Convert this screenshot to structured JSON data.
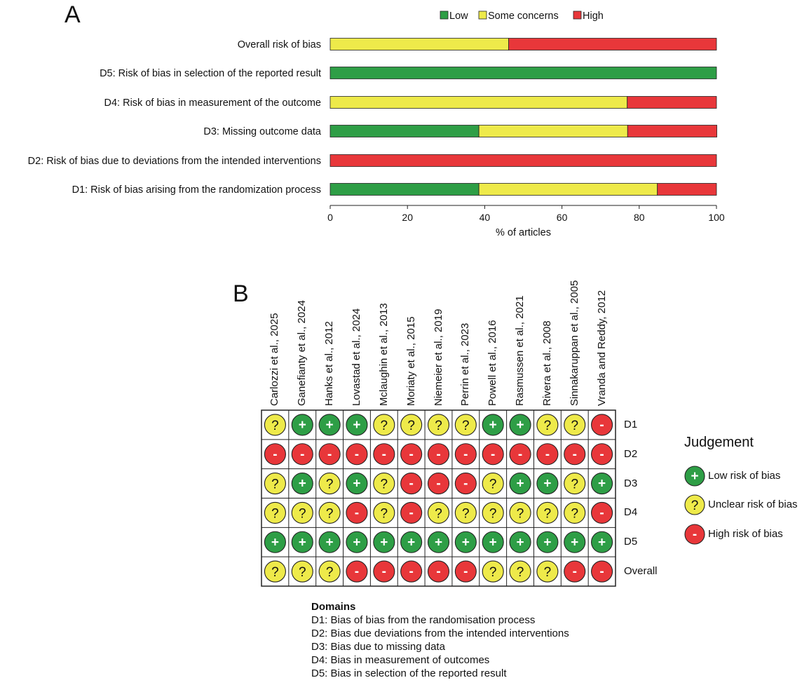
{
  "panel_a": {
    "letter": "A"
  },
  "panel_b": {
    "letter": "B"
  },
  "chart_data": [
    {
      "type": "bar",
      "orientation": "horizontal",
      "stacked": true,
      "categories": [
        "Overall risk of bias",
        "D5: Risk of bias in selection of the reported result",
        "D4: Risk of bias in measurement of the outcome",
        "D3: Missing outcome data",
        "D2: Risk of bias due to deviations from the intended interventions",
        "D1: Risk of bias arising from the randomization process"
      ],
      "series": [
        {
          "name": "Low",
          "color": "#2e9e46",
          "values": [
            0,
            100,
            0,
            38.5,
            0,
            38.5
          ]
        },
        {
          "name": "Some concerns",
          "color": "#eeea4a",
          "values": [
            46.2,
            0,
            76.9,
            38.5,
            0,
            46.2
          ]
        },
        {
          "name": "High",
          "color": "#e8373a",
          "values": [
            53.8,
            0,
            23.1,
            23.1,
            100,
            15.3
          ]
        }
      ],
      "xlabel": "% of articles",
      "xlim": [
        0,
        100
      ],
      "xticks": [
        "0",
        "20",
        "40",
        "60",
        "80",
        "100"
      ],
      "legend_position": "top"
    },
    {
      "type": "table",
      "studies": [
        "Carlozzi et al., 2025",
        "Ganefianty et al., 2024",
        "Hanks et al., 2012",
        "Lovastad et al., 2024",
        "Mclaughin et al., 2013",
        "Moriaty et al., 2015",
        "Niemeier et al., 2019",
        "Perrin et al., 2023",
        "Powell et al., 2016",
        "Rasmussen et al., 2021",
        "Rivera et al., 2008",
        "Sinnakaruppan et al., 2005",
        "Vranda and Reddy, 2012"
      ],
      "domains": [
        "D1",
        "D2",
        "D3",
        "D4",
        "D5",
        "Overall"
      ],
      "judgements": [
        [
          "?",
          "+",
          "+",
          "+",
          "?",
          "?",
          "?",
          "?",
          "+",
          "+",
          "?",
          "?",
          "-"
        ],
        [
          "-",
          "-",
          "-",
          "-",
          "-",
          "-",
          "-",
          "-",
          "-",
          "-",
          "-",
          "-",
          "-"
        ],
        [
          "?",
          "+",
          "?",
          "+",
          "?",
          "-",
          "-",
          "-",
          "?",
          "+",
          "+",
          "?",
          "+"
        ],
        [
          "?",
          "?",
          "?",
          "-",
          "?",
          "-",
          "?",
          "?",
          "?",
          "?",
          "?",
          "?",
          "-"
        ],
        [
          "+",
          "+",
          "+",
          "+",
          "+",
          "+",
          "+",
          "+",
          "+",
          "+",
          "+",
          "+",
          "+"
        ],
        [
          "?",
          "?",
          "?",
          "-",
          "-",
          "-",
          "-",
          "-",
          "?",
          "?",
          "?",
          "-",
          "-"
        ]
      ],
      "symbol_colors": {
        "+": "#2e9e46",
        "?": "#eeea4a",
        "-": "#e8373a"
      },
      "legend_title": "Judgement",
      "legend": [
        {
          "symbol": "+",
          "label": "Low risk of bias"
        },
        {
          "symbol": "?",
          "label": "Unclear risk of bias"
        },
        {
          "symbol": "-",
          "label": "High risk of bias"
        }
      ]
    }
  ],
  "domains_note": {
    "heading": "Domains",
    "lines": [
      "D1: Bias of bias from the randomisation process",
      "D2: Bias due deviations from the intended interventions",
      "D3: Bias due to missing data",
      "D4: Bias in measurement of outcomes",
      "D5: Bias in selection of the reported result"
    ]
  }
}
